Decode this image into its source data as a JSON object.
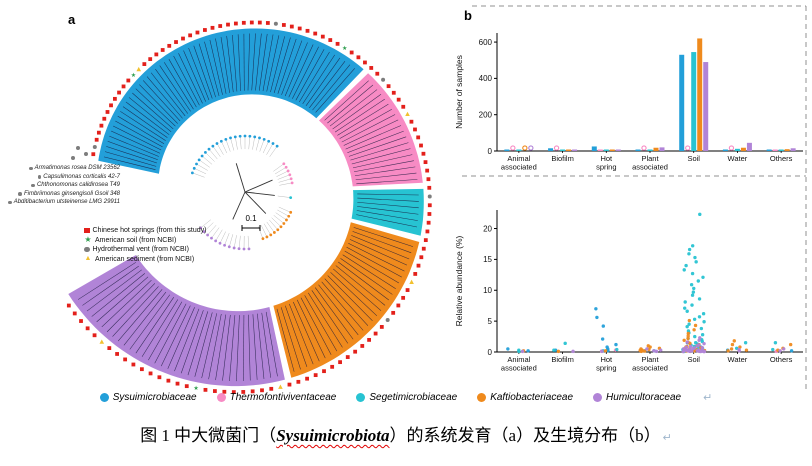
{
  "figure": {
    "panel_a": {
      "label": "a"
    },
    "panel_b": {
      "label": "b"
    },
    "scale_bar": {
      "value": "0.1"
    },
    "sample_legend": [
      {
        "marker": "red-square",
        "color": "#e3201b",
        "label": "Chinese hot springs (from this study)"
      },
      {
        "marker": "green-star",
        "color": "#2f9e4f",
        "label": "American soil (from NCBI)"
      },
      {
        "marker": "gray-circle",
        "color": "#7d7d7d",
        "label": "Hydrothermal vent (from NCBI)"
      },
      {
        "marker": "yellow-triangle",
        "color": "#f2c12e",
        "label": "American sediment (from NCBI)"
      }
    ],
    "outgroup_taxa": [
      "Armatimonas rosea DSM 23562",
      "Capsulimonas corticalis 42-7",
      "Chthonomonas calidirosea T49",
      "Fimbriimonas ginsengisoli Gsoil 348",
      "Abditibacterium utsteinense LMG 29911"
    ],
    "families": [
      {
        "name": "Sysuimicrobiaceae",
        "color": "#239fd9"
      },
      {
        "name": "Thermofontiviventaceae",
        "color": "#f78bc4"
      },
      {
        "name": "Segetimicrobiaceae",
        "color": "#27c3d2"
      },
      {
        "name": "Kaftiobacteriaceae",
        "color": "#ef8a1d"
      },
      {
        "name": "Humicultoraceae",
        "color": "#b184d7"
      }
    ]
  },
  "chart_data": [
    {
      "type": "bar",
      "title": "",
      "ylabel": "Number of samples",
      "ylim": [
        0,
        650
      ],
      "yticks": [
        0,
        200,
        400,
        600
      ],
      "categories": [
        "Animal associated",
        "Biofilm",
        "Hot spring",
        "Plant associated",
        "Soil",
        "Water",
        "Others"
      ],
      "legend_position": "bottom-shared",
      "grid": false,
      "zero_marker": "open-circle",
      "series": [
        {
          "name": "Sysuimicrobiaceae",
          "color": "#239fd9",
          "values": [
            2,
            15,
            25,
            5,
            530,
            8,
            5
          ]
        },
        {
          "name": "Thermofontiviventaceae",
          "color": "#f78bc4",
          "values": [
            0,
            0,
            8,
            0,
            0,
            0,
            1
          ]
        },
        {
          "name": "Segetimicrobiaceae",
          "color": "#27c3d2",
          "values": [
            2,
            5,
            5,
            8,
            545,
            12,
            8
          ]
        },
        {
          "name": "Kaftiobacteriaceae",
          "color": "#ef8a1d",
          "values": [
            0,
            3,
            2,
            18,
            620,
            18,
            10
          ]
        },
        {
          "name": "Humicultoraceae",
          "color": "#b184d7",
          "values": [
            0,
            5,
            2,
            20,
            490,
            45,
            15
          ]
        }
      ]
    },
    {
      "type": "scatter",
      "title": "",
      "ylabel": "Relative abundance (%)",
      "ylim": [
        0,
        23
      ],
      "yticks": [
        0,
        5,
        10,
        15,
        20
      ],
      "categories": [
        "Animal associated",
        "Biofilm",
        "Hot spring",
        "Plant associated",
        "Soil",
        "Water",
        "Others"
      ],
      "grid": false,
      "series": [
        {
          "name": "Sysuimicrobiaceae",
          "color": "#239fd9",
          "points_by_category": [
            [
              0.5,
              0.2
            ],
            [
              0.3
            ],
            [
              7.0,
              5.6,
              4.2,
              2.1,
              1.2,
              0.8,
              0.5,
              0.3,
              0.2
            ],
            [
              0.2
            ],
            [
              1.5,
              0.8,
              0.5,
              0.3,
              0.2
            ],
            [
              0.3
            ],
            [
              0.2
            ]
          ]
        },
        {
          "name": "Thermofontiviventaceae",
          "color": "#f78bc4",
          "points_by_category": [
            [],
            [],
            [
              0.3,
              0.15
            ],
            [],
            [],
            [],
            [
              0.1
            ]
          ]
        },
        {
          "name": "Segetimicrobiaceae",
          "color": "#27c3d2",
          "points_by_category": [
            [
              0.3,
              0.1
            ],
            [
              1.4,
              0.3
            ],
            [
              0.4,
              0.2
            ],
            [
              0.2
            ],
            [
              22.3,
              17.2,
              16.6,
              15.9,
              15.3,
              14.6,
              14.0,
              13.3,
              12.7,
              12.1,
              11.5,
              10.9,
              10.3,
              9.7,
              9.2,
              8.6,
              8.1,
              7.6,
              7.1,
              6.6,
              6.2,
              5.7,
              5.3,
              4.9,
              4.5,
              4.1,
              3.8,
              3.4,
              3.1,
              2.8,
              2.5,
              2.2,
              2.0,
              1.7,
              1.5,
              1.3,
              1.1,
              0.9,
              0.7,
              0.6,
              0.5,
              0.4,
              0.3,
              0.2,
              0.15,
              0.1
            ],
            [
              1.5,
              0.6
            ],
            [
              1.5,
              0.4
            ]
          ]
        },
        {
          "name": "Kaftiobacteriaceae",
          "color": "#ef8a1d",
          "points_by_category": [
            [
              0.2
            ],
            [
              0.1
            ],
            [
              0.2
            ],
            [
              1.0,
              0.8,
              0.6,
              0.5,
              0.4,
              0.3,
              0.25,
              0.2,
              0.15,
              0.1
            ],
            [
              5.1,
              4.3,
              3.6,
              3.0,
              2.6,
              2.2,
              1.9,
              1.6,
              1.4,
              1.2,
              1.0,
              0.9,
              0.8,
              0.7,
              0.6,
              0.55,
              0.5,
              0.45,
              0.4,
              0.35,
              0.3,
              0.27,
              0.24,
              0.21,
              0.18,
              0.15,
              0.12,
              0.1
            ],
            [
              1.8,
              1.2,
              0.8,
              0.5,
              0.3,
              0.2
            ],
            [
              1.2,
              0.6,
              0.3
            ]
          ]
        },
        {
          "name": "Humicultoraceae",
          "color": "#b184d7",
          "points_by_category": [
            [
              0.1
            ],
            [
              0.1
            ],
            [
              0.1
            ],
            [
              0.5,
              0.3,
              0.2,
              0.1
            ],
            [
              2.3,
              1.9,
              1.6,
              1.35,
              1.15,
              1.0,
              0.9,
              0.8,
              0.72,
              0.65,
              0.58,
              0.52,
              0.47,
              0.42,
              0.38,
              0.34,
              0.3,
              0.27,
              0.24,
              0.21,
              0.19,
              0.17,
              0.15,
              0.13,
              0.11,
              0.1,
              0.09,
              0.08,
              0.07,
              0.06
            ],
            [
              0.4,
              0.2
            ],
            [
              0.5,
              0.2
            ]
          ]
        }
      ]
    }
  ],
  "caption": {
    "prefix": "图 1 中大微菌门（",
    "latin_term": "Sysuimicrobiota",
    "suffix": "）的系统发育（a）及生境分布（b）"
  },
  "paragraph_mark": "↵"
}
